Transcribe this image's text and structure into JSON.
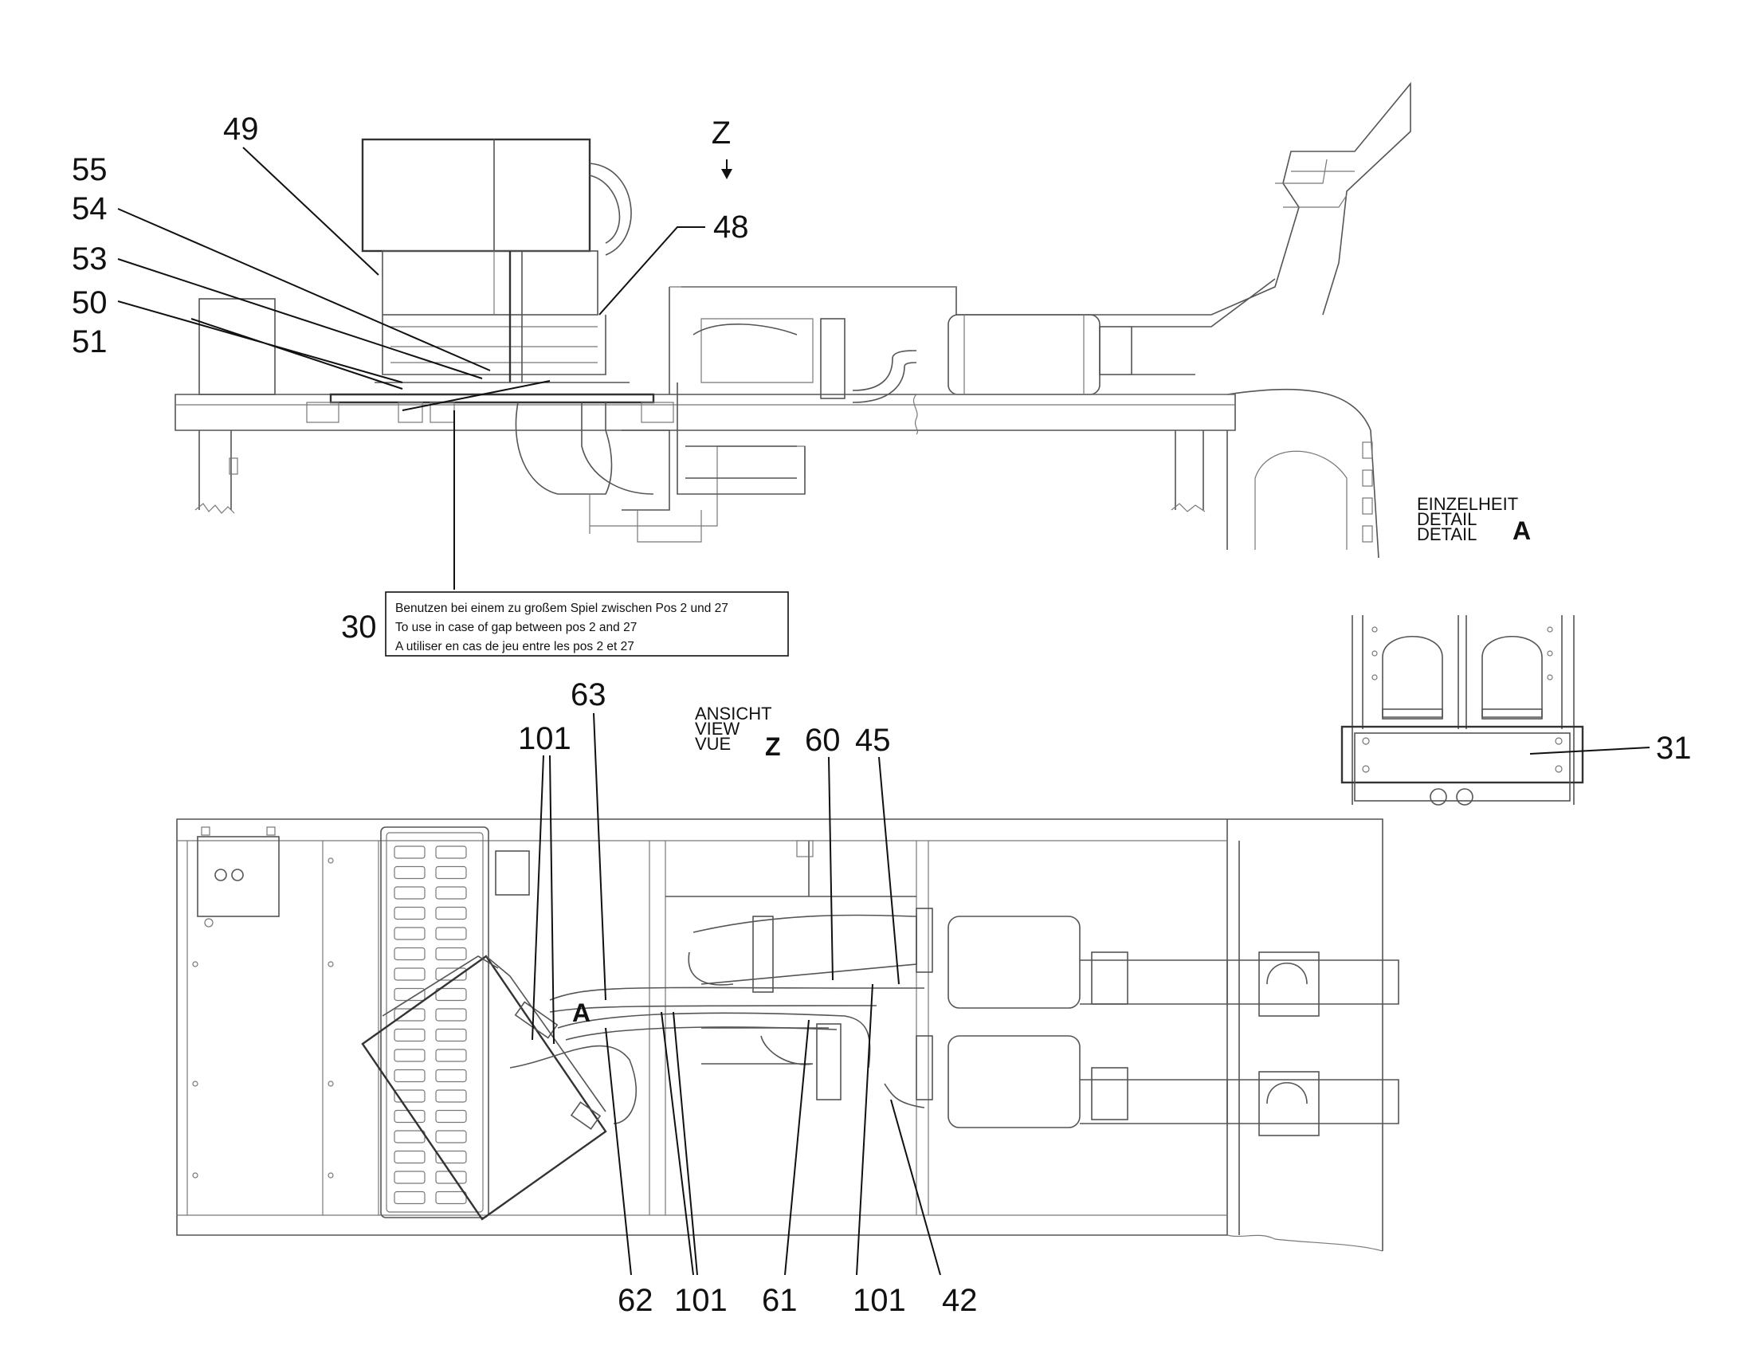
{
  "top_view": {
    "view_marker": "Z",
    "callouts": {
      "c49": "49",
      "c55": "55",
      "c54": "54",
      "c53": "53",
      "c50": "50",
      "c51": "51",
      "c48": "48",
      "c30": "30"
    }
  },
  "note": {
    "line_de": "Benutzen bei einem zu großem Spiel zwischen Pos 2 und 27",
    "line_en": "To use in case of gap between pos 2 and 27",
    "line_fr": "A utiliser en cas de jeu entre les pos 2 et 27"
  },
  "detail": {
    "line1": "EINZELHEIT",
    "line2": "DETAIL",
    "line3": "DETAIL",
    "letter": "A",
    "callout_31": "31"
  },
  "bottom_view": {
    "title_line1": "ANSICHT",
    "title_line2": "VIEW",
    "title_line3": "VUE",
    "title_letter": "Z",
    "detail_marker": "A",
    "callouts": {
      "c63": "63",
      "c101a": "101",
      "c60": "60",
      "c45": "45",
      "c62": "62",
      "c101b": "101",
      "c61": "61",
      "c101c": "101",
      "c42": "42"
    }
  }
}
